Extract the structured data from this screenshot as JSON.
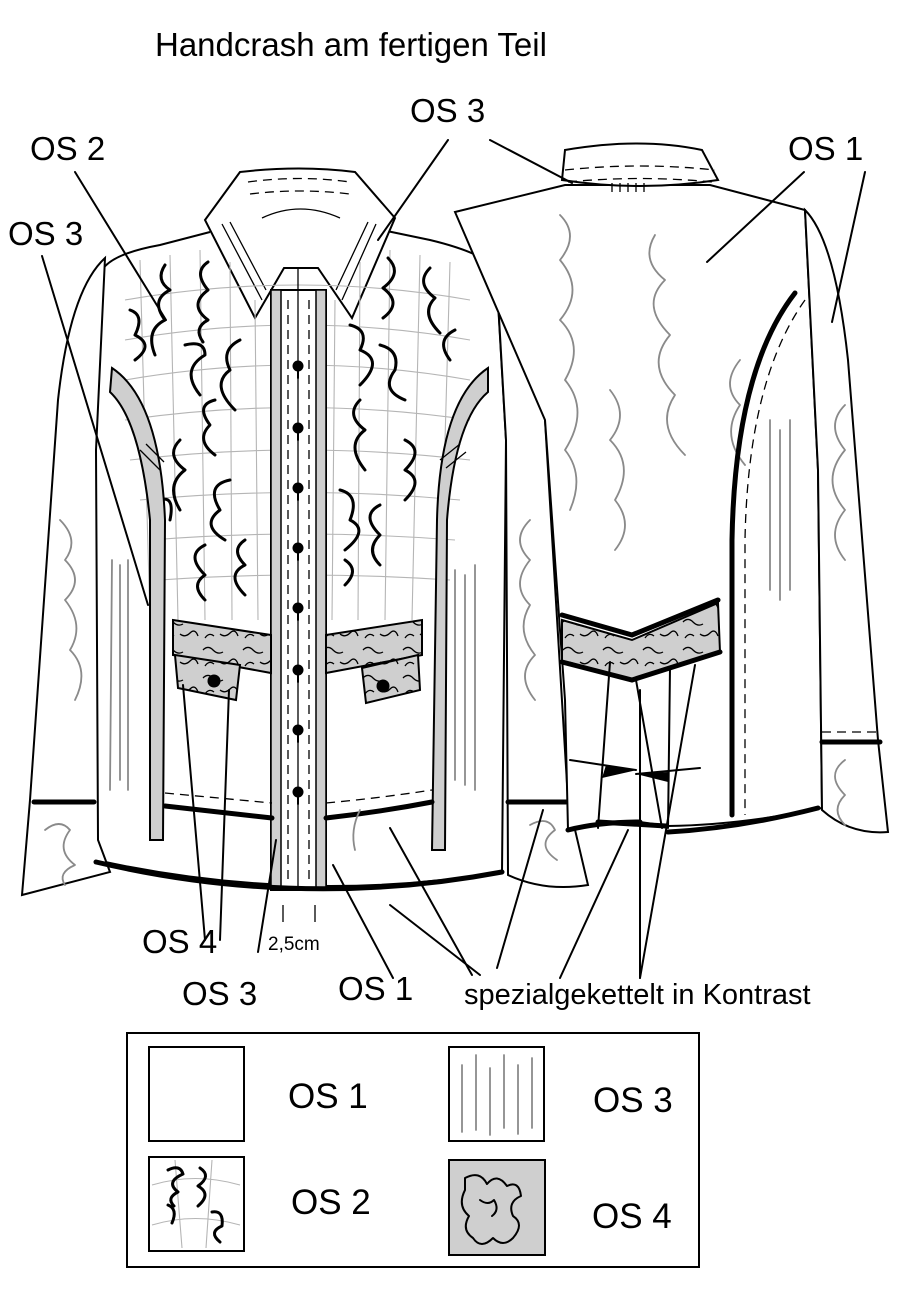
{
  "title": "Handcrash am fertigen Teil",
  "callouts": {
    "os3_top": "OS 3",
    "os2_left": "OS 2",
    "os3_left": "OS 3",
    "os1_right": "OS 1",
    "os4_bottom": "OS 4",
    "os3_bottom": "OS 3",
    "os1_bottom": "OS 1",
    "measure": "2,5cm",
    "note": "spezialgekettelt in Kontrast"
  },
  "legend": {
    "items": [
      {
        "key": "os1",
        "label": "OS 1",
        "texture": "plain"
      },
      {
        "key": "os3",
        "label": "OS 3",
        "texture": "vertical-lines"
      },
      {
        "key": "os2",
        "label": "OS 2",
        "texture": "squiggles"
      },
      {
        "key": "os4",
        "label": "OS 4",
        "texture": "grey-pattern"
      }
    ]
  },
  "colors": {
    "line": "#000000",
    "texture_grey": "#8a8a8a",
    "band_fill": "#cfcfcf",
    "background": "#ffffff"
  }
}
